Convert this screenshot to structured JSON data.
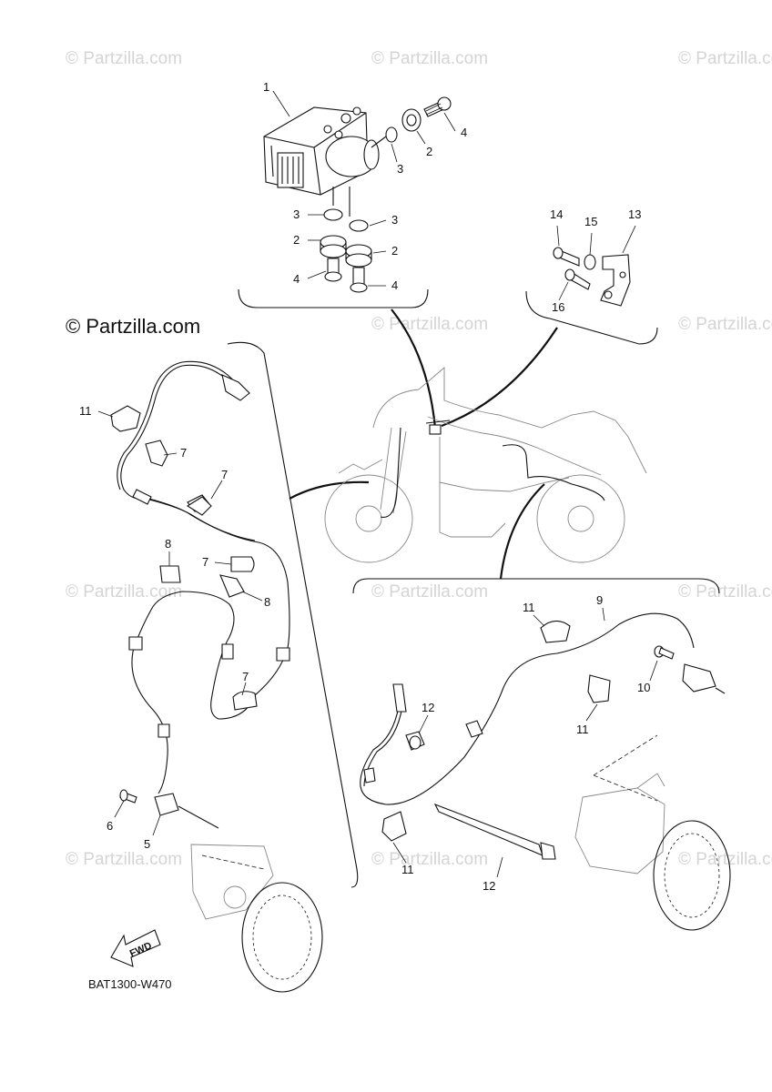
{
  "watermark": {
    "text": "© Partzilla.com",
    "main_text": "© Partzilla.com"
  },
  "diagram_code": "BAT1300-W470",
  "fwd_label": "FWD",
  "callouts": {
    "hydraulic_unit": "1",
    "damper_a": "2",
    "damper_b": "2",
    "damper_c": "2",
    "collar_a": "3",
    "collar_b": "3",
    "collar_c": "3",
    "bolt_a": "4",
    "bolt_b": "4",
    "bolt_c": "4",
    "front_sensor": "5",
    "front_sensor_bolt": "6",
    "clamp_a": "7",
    "clamp_b": "7",
    "clamp_c": "7",
    "clamp_d": "7",
    "holder_a": "8",
    "holder_b": "8",
    "rear_sensor": "9",
    "rear_sensor_bolt": "10",
    "clip_a": "11",
    "clip_b": "11",
    "clip_c": "11",
    "clip_d": "11",
    "band_a": "12",
    "band_b": "12",
    "bracket": "13",
    "bracket_bolt": "14",
    "washer": "15",
    "bracket_bolt_2": "16"
  }
}
